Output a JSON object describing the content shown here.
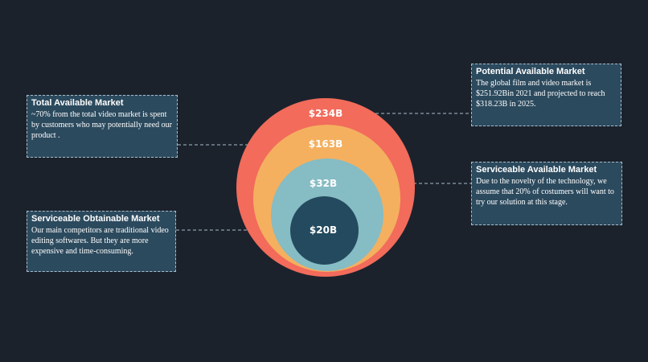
{
  "diagram": {
    "colors": {
      "background": "#1b222c",
      "potential_ring": "#f26b5b",
      "total_ring": "#f4b05f",
      "serviceable_ring": "#86bcc4",
      "obtainable_core": "#234a5f",
      "box_fill": "#2c4a5e",
      "box_border": "#a9bcc9"
    },
    "circles": [
      {
        "id": "potential",
        "value": "$234B"
      },
      {
        "id": "total",
        "value": "$163B"
      },
      {
        "id": "serviceable",
        "value": "$32B"
      },
      {
        "id": "obtainable",
        "value": "$20B"
      }
    ],
    "boxes": {
      "total": {
        "title": "Total  Available  Market",
        "text": "~70% from the total video market is spent by customers who may potentially need our product ."
      },
      "obtainable": {
        "title": "Serviceable  Obtainable  Market",
        "text": "Our main competitors are traditional video editing softwares. But they are more expensive and time-consuming."
      },
      "potential": {
        "title": "Potential  Available  Market",
        "text": "The global film and video market is $251.92Bin 2021 and projected to reach $318.23B in 2025."
      },
      "serviceable": {
        "title": "Serviceable  Available  Market",
        "text": "Due to the novelty of the technology, we assume that 20% of costumers will want to try our solution at this stage."
      }
    }
  }
}
